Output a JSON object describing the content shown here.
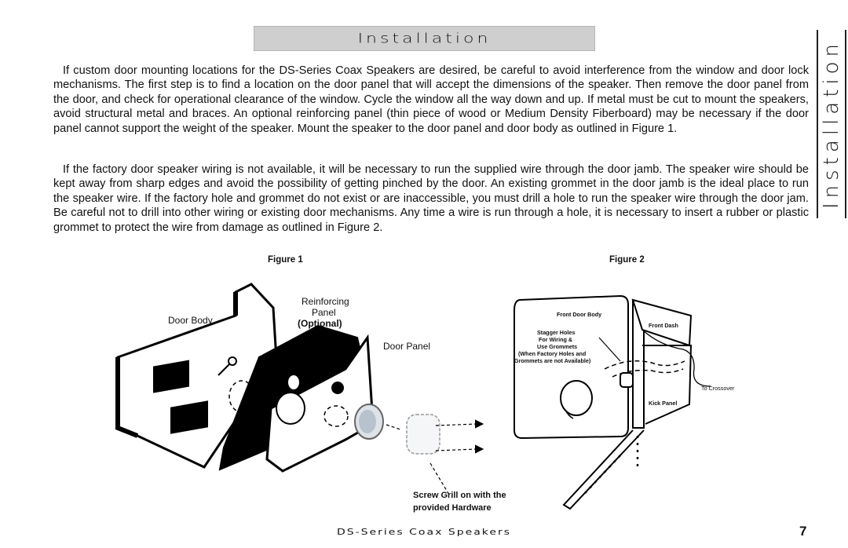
{
  "header": {
    "title": "Installation"
  },
  "side_tab": {
    "label": "Installation"
  },
  "paragraphs": [
    "If custom door mounting locations for the DS-Series Coax Speakers are desired, be careful to avoid interference from the window and door lock mechanisms. The first step is to find a location on the door panel that will accept the dimensions of the speaker. Then remove the door panel from the door, and check for operational clearance of the window. Cycle the window all the way down and up. If metal must be cut to mount the speakers, avoid structural metal and braces. An optional reinforcing panel (thin piece of wood or Medium Density Fiberboard) may be necessary if the door panel cannot support the weight of the speaker. Mount the speaker to the door panel and door body as outlined in Figure 1.",
    "If the factory door speaker wiring is not available, it will be necessary to run the supplied wire through the door jamb. The speaker wire should be kept away from sharp edges and avoid the possibility of getting pinched by the door. An existing grommet in the door jamb is the ideal place to run the speaker wire.  If the factory hole and grommet do not exist or are inaccessible, you must drill a hole to run the speaker wire through the door jam. Be careful not to drill into other wiring or existing door mechanisms. Any time a wire is run through a hole, it is necessary to insert a rubber or plastic grommet to protect the wire from damage as outlined in Figure 2."
  ],
  "figure1": {
    "caption": "Figure 1",
    "labels": {
      "door_body": "Door Body",
      "reinforcing_line1": "Reinforcing",
      "reinforcing_line2": "Panel",
      "optional": "(Optional)",
      "door_panel": "Door Panel",
      "screw_line1": "Screw Grill on with the",
      "screw_line2": "provided Hardware"
    }
  },
  "figure2": {
    "caption": "Figure 2",
    "labels": {
      "front_door_body": "Front Door Body",
      "front_dash": "Front Dash",
      "stagger_line1": "Stagger Holes",
      "stagger_line2": "For Wiring &",
      "stagger_line3": "Use Grommets",
      "stagger_line4": "(When  Factory Holes and",
      "stagger_line5": "Grommets are not Available)",
      "to_crossover": "To Crossover",
      "kick_panel": "Kick Panel"
    }
  },
  "footer": {
    "text": "DS-Series Coax Speakers",
    "page_number": "7"
  }
}
